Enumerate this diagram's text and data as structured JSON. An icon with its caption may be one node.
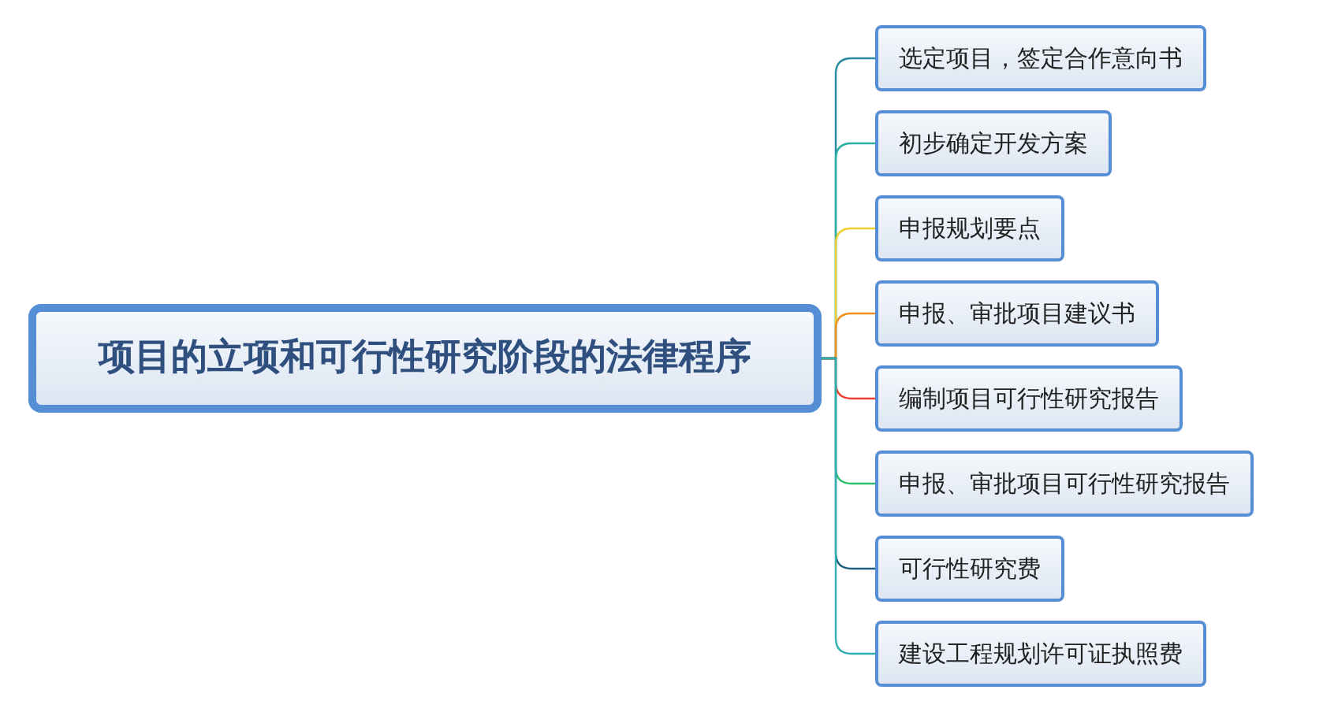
{
  "diagram": {
    "nodes": [
      {
        "text": [
          "项目的立项和可行性研究阶段的法律程序"
        ]
      },
      {
        "text": [
          "选定项目，签定合作意向书"
        ]
      },
      {
        "text": [
          "初步确定开发方案"
        ]
      },
      {
        "text": [
          "申报规划要点"
        ]
      },
      {
        "text": [
          "申报、审批项目建议书"
        ]
      },
      {
        "text": [
          "编制项目可行性研究报告"
        ]
      },
      {
        "text": [
          "申报、审批项目可行性研究报告"
        ]
      },
      {
        "text": [
          "可行性研究费"
        ]
      },
      {
        "text": [
          "建设工程规划许可证执照费"
        ]
      }
    ],
    "edges": [
      {
        "from": 0,
        "to": 1,
        "arrow": "none",
        "color": "#2a8aa0"
      },
      {
        "from": 0,
        "to": 2,
        "arrow": "none",
        "color": "#2ab0a0"
      },
      {
        "from": 0,
        "to": 3,
        "arrow": "none",
        "color": "#f0d030"
      },
      {
        "from": 0,
        "to": 4,
        "arrow": "none",
        "color": "#f09020"
      },
      {
        "from": 0,
        "to": 5,
        "arrow": "none",
        "color": "#f04030"
      },
      {
        "from": 0,
        "to": 6,
        "arrow": "none",
        "color": "#30c070"
      },
      {
        "from": 0,
        "to": 7,
        "arrow": "none",
        "color": "#206080"
      },
      {
        "from": 0,
        "to": 8,
        "arrow": "none",
        "color": "#30b0b0"
      }
    ]
  }
}
